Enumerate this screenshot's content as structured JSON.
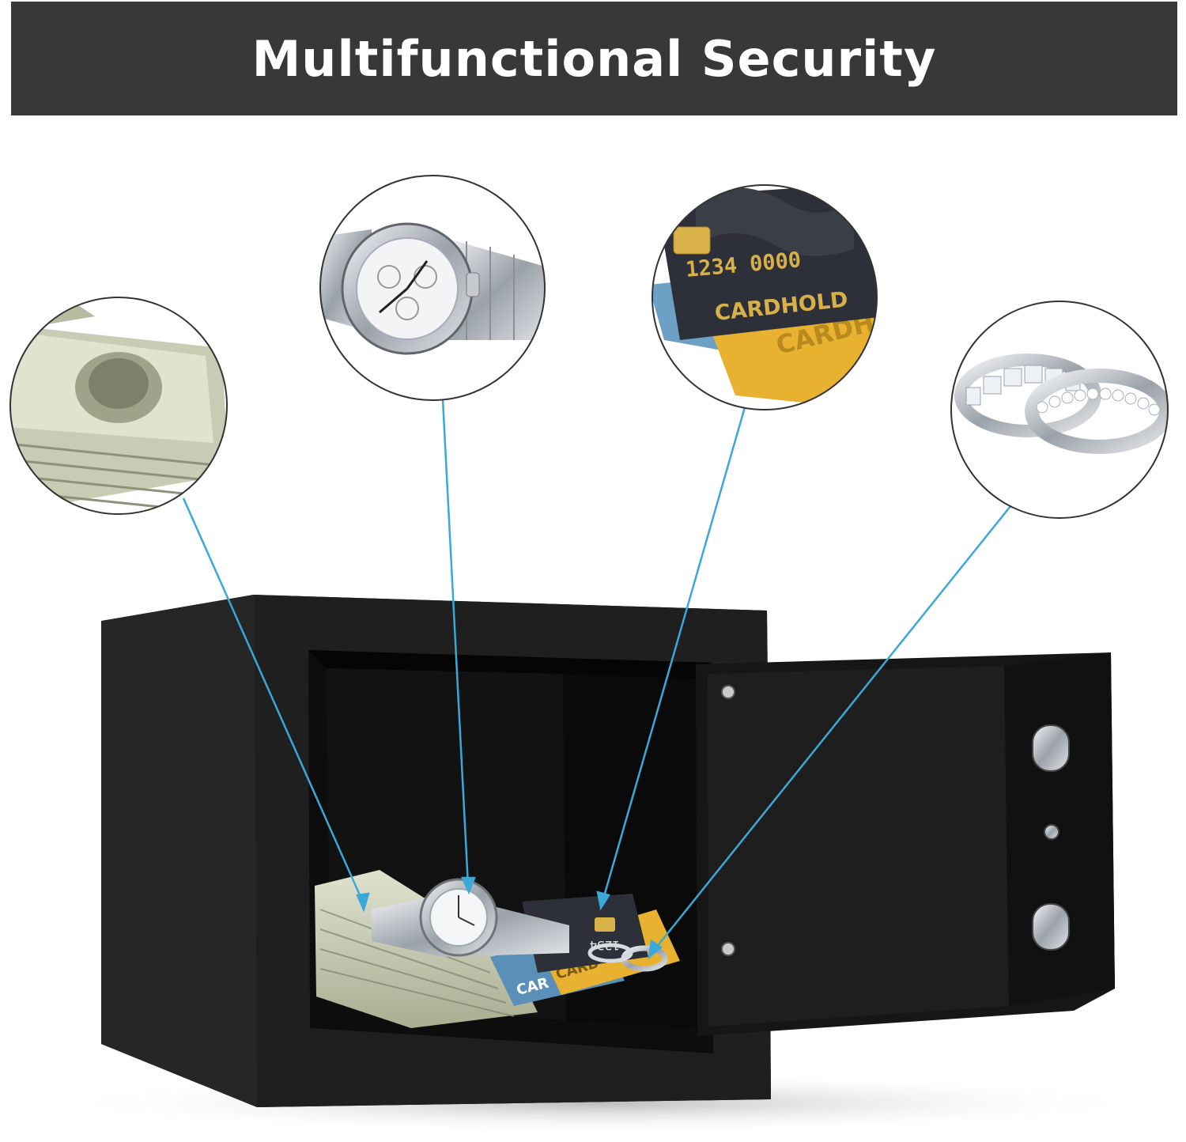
{
  "banner": {
    "title": "Multifunctional Security"
  },
  "colors": {
    "banner_bg": "#383838",
    "pointer_line": "#3aa8d8",
    "safe_body": "#1b1b1b",
    "card_gold": "#e8b230",
    "card_dark": "#2d3038"
  },
  "cards": {
    "number": "1234 0000",
    "holder_front": "CARDHOLD",
    "holder_back": "CARDH",
    "inner_number": "1234",
    "inner_label_a": "CARD",
    "inner_label_b": "CAR"
  },
  "items": [
    {
      "name": "cash",
      "icon": "cash-bundle-icon"
    },
    {
      "name": "watch",
      "icon": "wristwatch-icon"
    },
    {
      "name": "credit-cards",
      "icon": "credit-card-icon"
    },
    {
      "name": "rings",
      "icon": "ring-icon"
    }
  ]
}
